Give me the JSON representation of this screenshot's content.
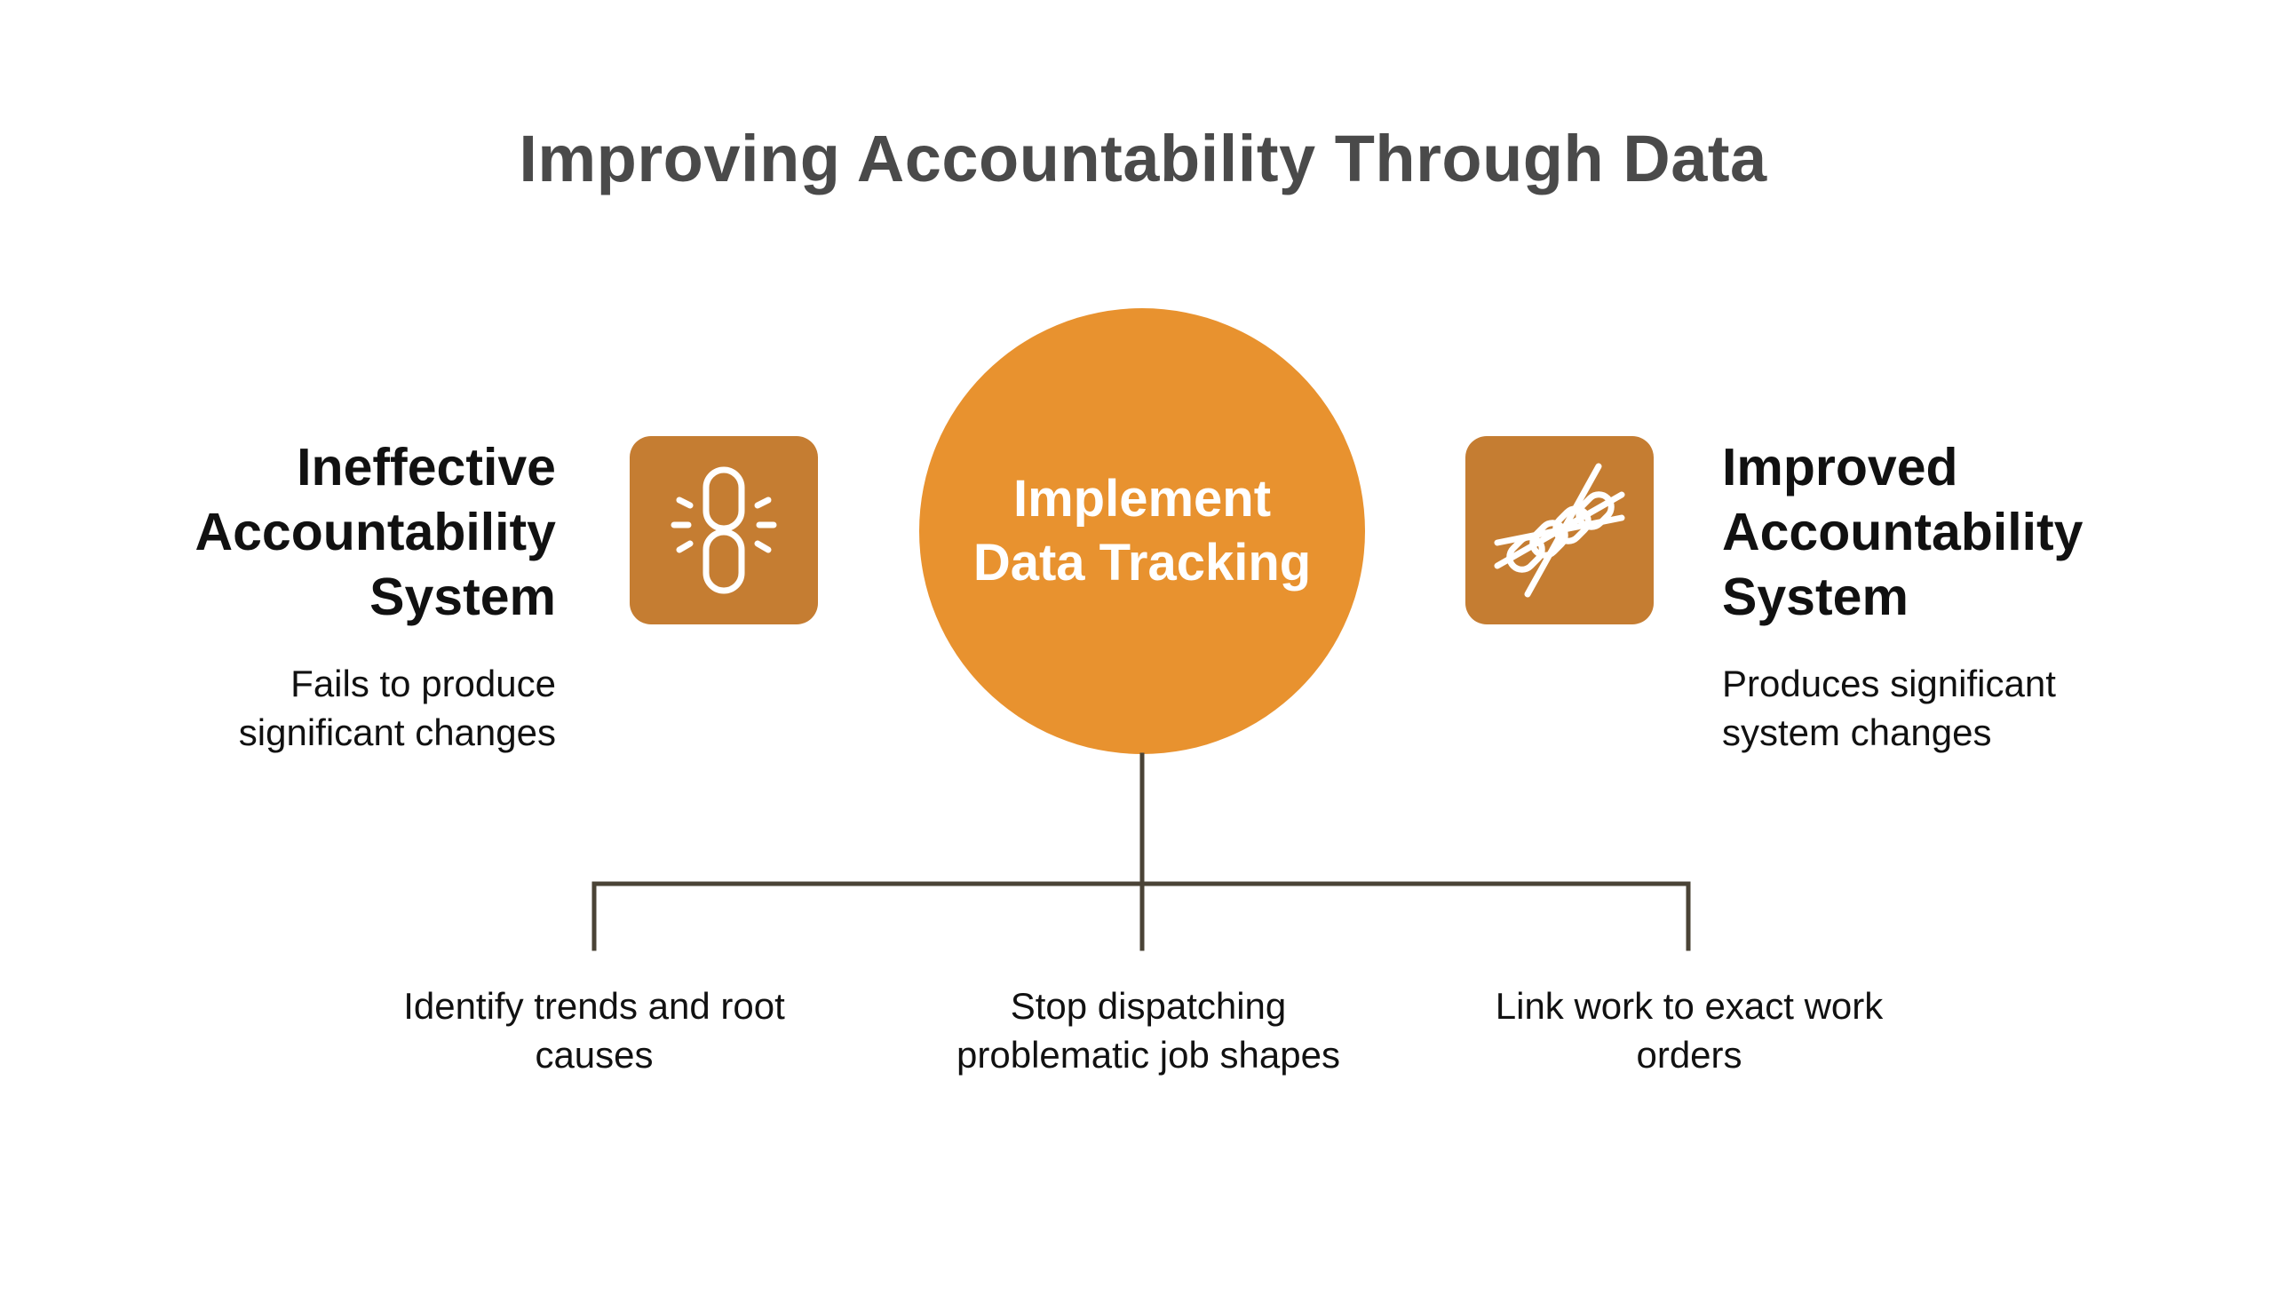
{
  "title": "Improving Accountability Through Data",
  "left": {
    "heading_lines": [
      "Ineffective",
      "Accountability",
      "System"
    ],
    "description_lines": [
      "Fails to produce",
      "significant changes"
    ],
    "icon": "broken-link-icon"
  },
  "center": {
    "label_lines": [
      "Implement",
      "Data Tracking"
    ]
  },
  "right": {
    "heading_lines": [
      "Improved",
      "Accountability",
      "System"
    ],
    "description_lines": [
      "Produces significant",
      "system changes"
    ],
    "icon": "chain-icon"
  },
  "branches": [
    {
      "lines": [
        "Identify trends and root",
        "causes"
      ]
    },
    {
      "lines": [
        "Stop dispatching",
        "problematic job shapes"
      ]
    },
    {
      "lines": [
        "Link work to exact work",
        "orders"
      ]
    }
  ],
  "colors": {
    "title": "#4a4a4a",
    "center_circle": "#e8922f",
    "icon_box": "#c57d32",
    "connector": "#4a4336",
    "text": "#111111"
  }
}
